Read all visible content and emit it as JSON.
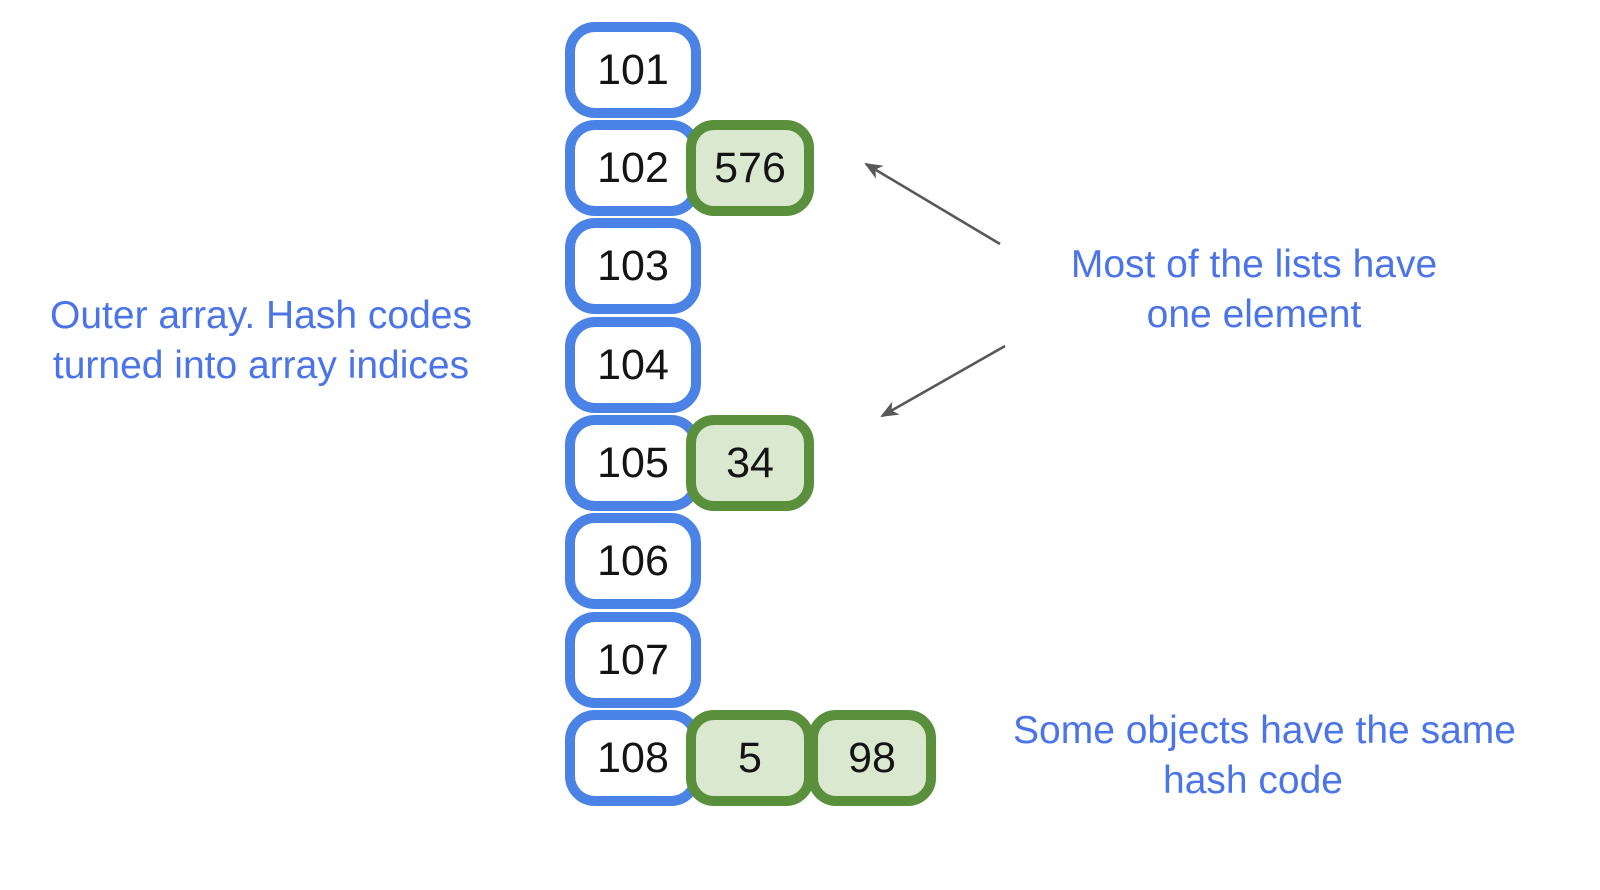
{
  "colors": {
    "array_border": "#4a82e6",
    "list_border": "#5a8f3c",
    "list_fill": "#dbe8d0",
    "label_text": "#4b74e8",
    "arrow": "#58585a",
    "number_text": "#141414",
    "background": "#ffffff"
  },
  "array": {
    "items": [
      {
        "index": "101",
        "values": []
      },
      {
        "index": "102",
        "values": [
          "576"
        ]
      },
      {
        "index": "103",
        "values": []
      },
      {
        "index": "104",
        "values": []
      },
      {
        "index": "105",
        "values": [
          "34"
        ]
      },
      {
        "index": "106",
        "values": []
      },
      {
        "index": "107",
        "values": []
      },
      {
        "index": "108",
        "values": [
          "5",
          "98"
        ]
      }
    ]
  },
  "labels": {
    "outer_array": {
      "line1": "Outer array. Hash codes",
      "line2": "turned into array indices"
    },
    "most_lists": {
      "line1": "Most of the lists have",
      "line2": "one element"
    },
    "same_hash": {
      "line1": "Some objects have the same",
      "line2": "hash code"
    }
  }
}
